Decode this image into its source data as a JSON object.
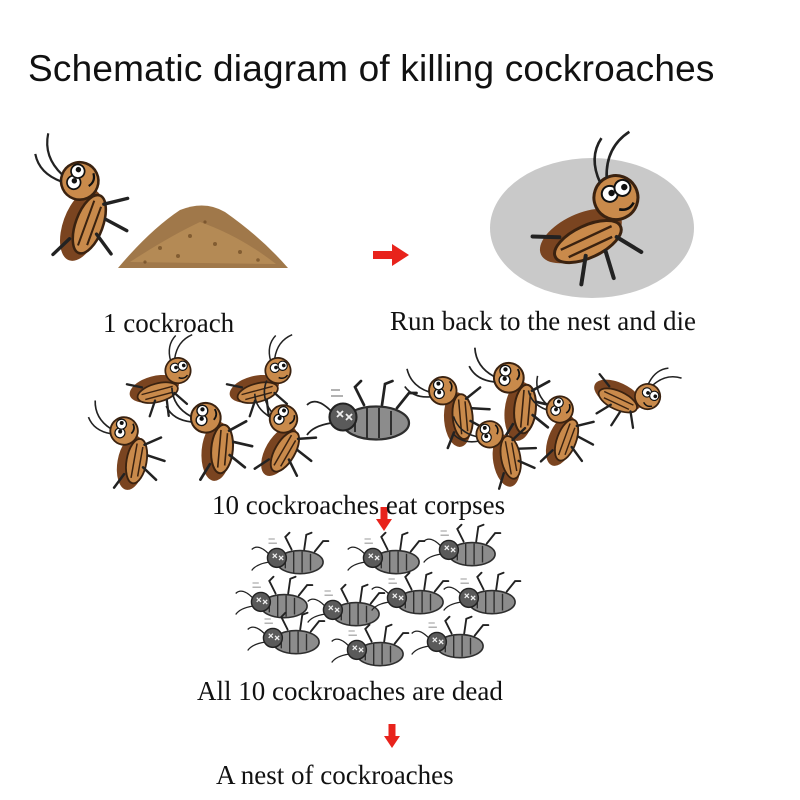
{
  "title": "Schematic diagram of killing cockroaches",
  "steps": [
    {
      "label": "1 cockroach"
    },
    {
      "label": "Run back to the nest and die"
    },
    {
      "label": "10 cockroaches eat corpses"
    },
    {
      "label": "All 10 cockroaches are dead"
    },
    {
      "label": "A nest of cockroaches"
    }
  ],
  "colors": {
    "arrow": "#e8231c",
    "bug_body": "#c98a4b",
    "bug_wing": "#7a4420",
    "dead_bug": "#6e6e6e",
    "bait": "#a0784a",
    "halo": "#c9c9c9"
  }
}
